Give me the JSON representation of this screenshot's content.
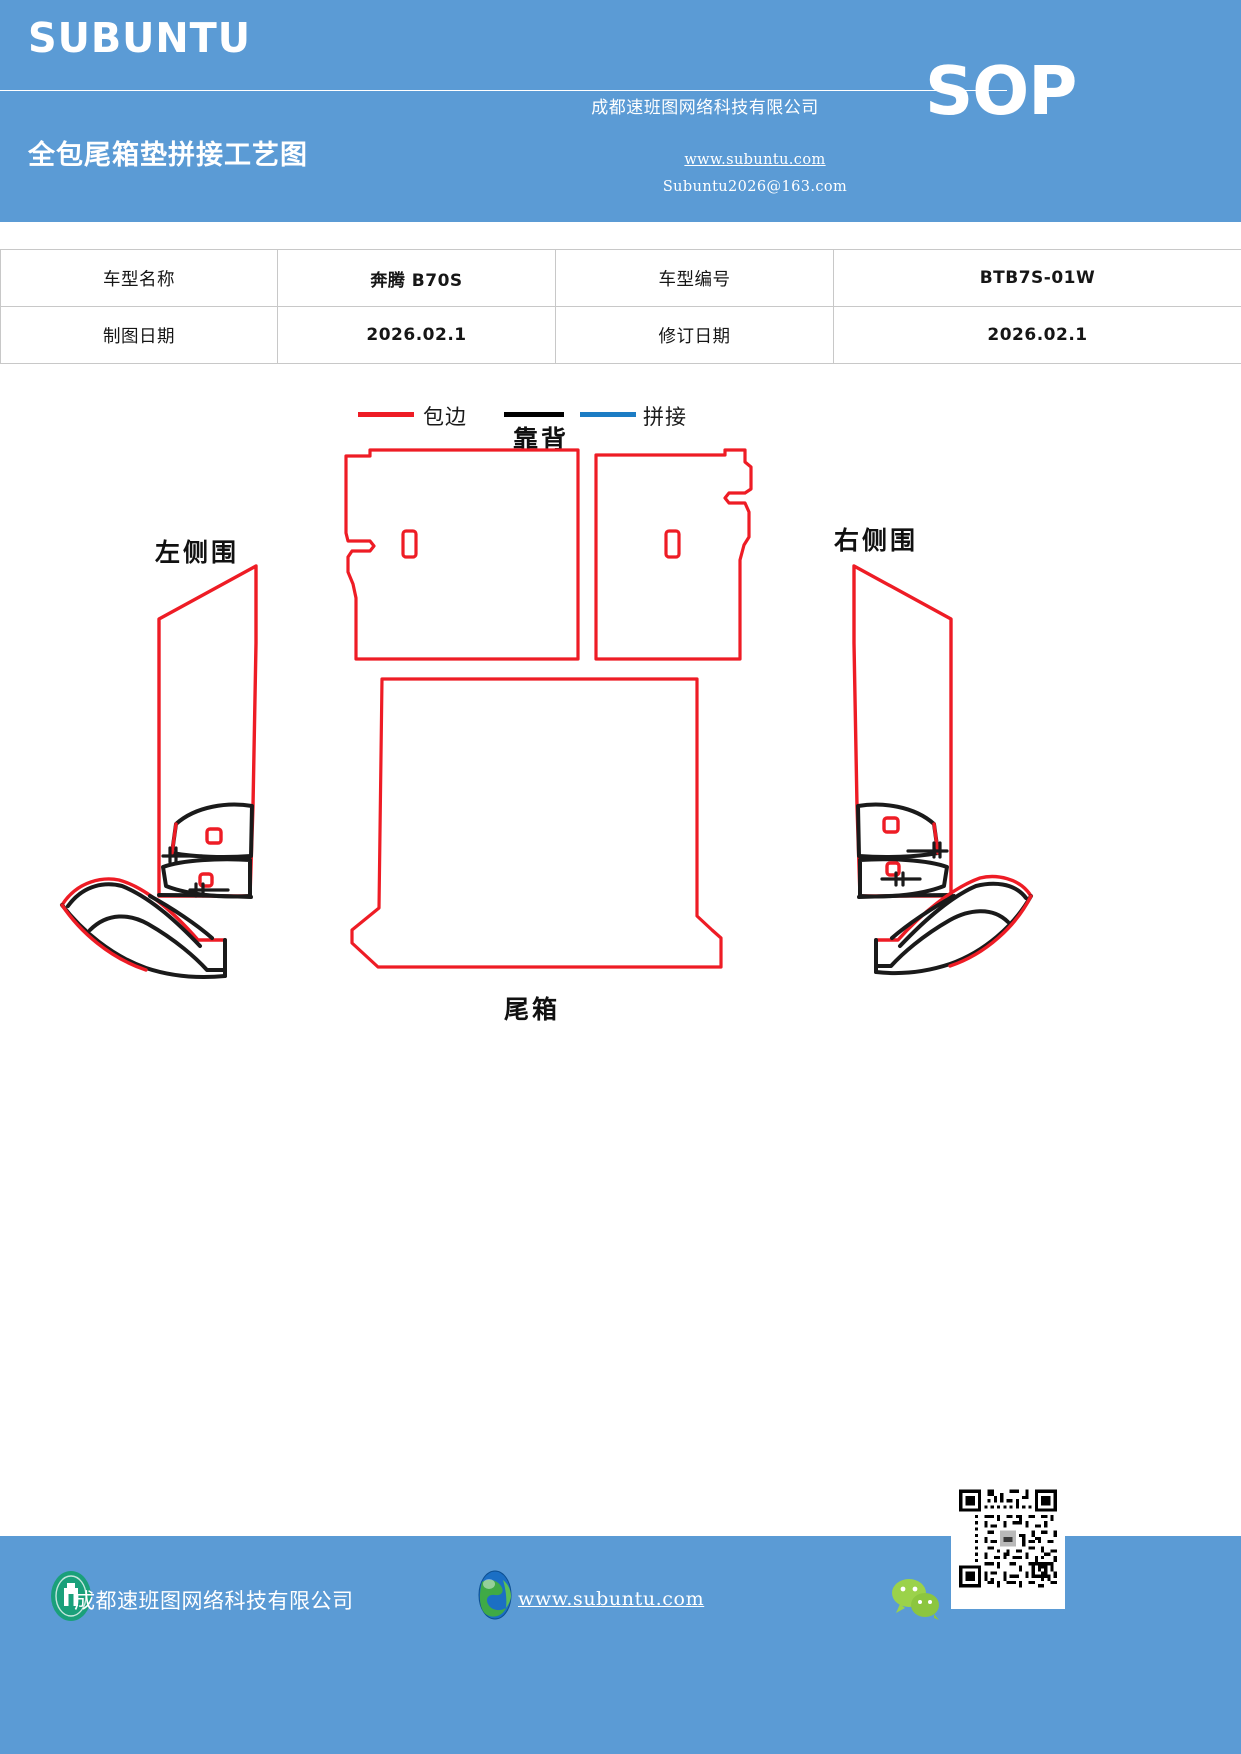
{
  "header": {
    "logo": "SUBUNTU",
    "doc_title": "全包尾箱垫拼接工艺图",
    "company": "成都速班图网络科技有限公司",
    "badge": "SOP",
    "website": "www.subuntu.com",
    "email": "Subuntu2026@163.com",
    "bg_color": "#5B9BD5"
  },
  "info_table": {
    "rows": [
      {
        "label1": "车型名称",
        "value1": "奔腾 B70S",
        "label2": "车型编号",
        "value2": "BTB7S-01W"
      },
      {
        "label1": "制图日期",
        "value1": "2026.02.1",
        "label2": "修订日期",
        "value2": "2026.02.1"
      }
    ]
  },
  "legend": {
    "items": [
      {
        "label": "包边",
        "color": "#ee1c25"
      },
      {
        "label": "拼接",
        "color": "#000000"
      },
      {
        "label": "",
        "color": "#1c7cc4"
      }
    ],
    "binding_label": "包边",
    "splice_label": "拼接"
  },
  "drawing": {
    "labels": {
      "backrest": "靠背",
      "left_side": "左侧围",
      "right_side": "右侧围",
      "trunk": "尾箱"
    },
    "edge_color": "#ee1c25",
    "splice_color": "#1a1a1a"
  },
  "footer": {
    "company": "成都速班图网络科技有限公司",
    "website": "www.subuntu.com",
    "bg_color": "#5B9BD5"
  }
}
